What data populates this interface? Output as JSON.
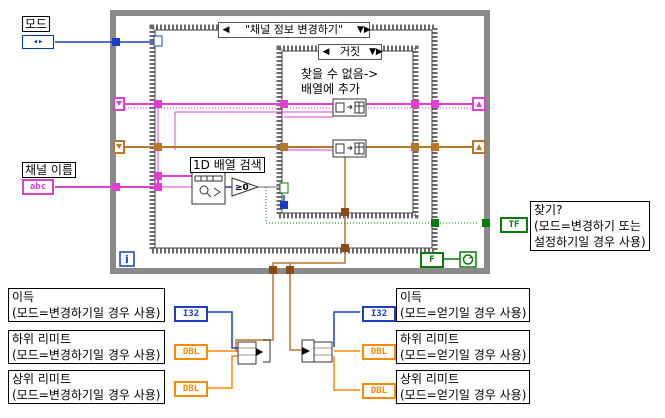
{
  "inputs": {
    "mode": {
      "label": "모드",
      "glyph": "◂▸"
    },
    "channel_name": {
      "label": "채널 이름",
      "glyph": "abc"
    }
  },
  "case_outer": {
    "selector": "\"채널 정보 변경하기\""
  },
  "case_inner": {
    "selector": "거짓"
  },
  "comment": {
    "line1": "찾을 수 없음->",
    "line2": "배열에 추가"
  },
  "search_node": {
    "label": "1D 배열 검색"
  },
  "compare_node": {
    "glyph": "≥0"
  },
  "loop_index": {
    "glyph": "i"
  },
  "stop_constant": {
    "glyph": "F"
  },
  "found_output": {
    "label_line1": "찾기?",
    "label_line2": "(모드=변경하기 또는",
    "label_line3": "설정하기일 경우 사용)",
    "glyph": "TF"
  },
  "left_controls": [
    {
      "line1": "이득",
      "line2": "(모드=변경하기일 경우 사용)",
      "glyph": "I32",
      "kind": "i32"
    },
    {
      "line1": "하위 리미트",
      "line2": "(모드=변경하기일 경우 사용)",
      "glyph": "DBL",
      "kind": "dbl"
    },
    {
      "line1": "상위 리미트",
      "line2": "(모드=변경하기일 경우 사용)",
      "glyph": "DBL",
      "kind": "dbl"
    }
  ],
  "right_indicators": [
    {
      "line1": "이득",
      "line2": "(모드=얻기일 경우 사용)",
      "glyph": "I32",
      "kind": "i32"
    },
    {
      "line1": "하위 리미트",
      "line2": "(모드=얻기일 경우 사용)",
      "glyph": "DBL",
      "kind": "dbl"
    },
    {
      "line1": "상위 리미트",
      "line2": "(모드=얻기일 경우 사용)",
      "glyph": "DBL",
      "kind": "dbl"
    }
  ],
  "colors": {
    "loop_frame": "#8a8a8a",
    "case_frame": "#5a5a5a",
    "cluster_wire": "#b9772e",
    "string_wire": "#e040d0",
    "enum_wire": "#1a3ec8",
    "bool_wire": "#0a7a0a",
    "dbl_wire": "#ff8a00"
  }
}
